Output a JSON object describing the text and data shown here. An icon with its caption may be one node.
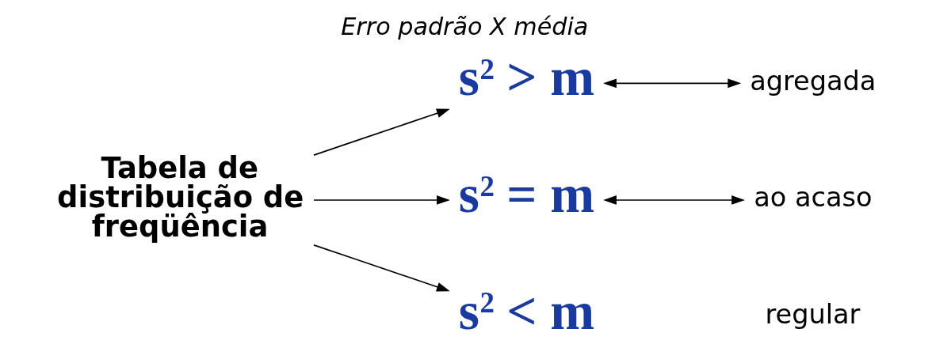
{
  "diagram": {
    "title": "Erro padrão X média",
    "nodes": [
      {
        "text": [
          "Tabela de distribuição de freqüência"
        ]
      },
      {
        "text": [
          "s$^{2}$ > m"
        ]
      },
      {
        "text": [
          "s$^{2}$ = m"
        ]
      },
      {
        "text": [
          "s$^{2}$ < m"
        ]
      },
      {
        "text": [
          "agregada"
        ]
      },
      {
        "text": [
          "ao acaso"
        ]
      }
    ],
    "edges": [
      {
        "from": 0,
        "to": 1,
        "arrow": "to"
      },
      {
        "from": 0,
        "to": 2,
        "arrow": "to"
      },
      {
        "from": 0,
        "to": 3,
        "arrow": "to"
      },
      {
        "from": 1,
        "to": 4,
        "arrow": "both"
      },
      {
        "from": 2,
        "to": 5,
        "arrow": "both"
      }
    ],
    "labels": [
      "regular"
    ]
  }
}
